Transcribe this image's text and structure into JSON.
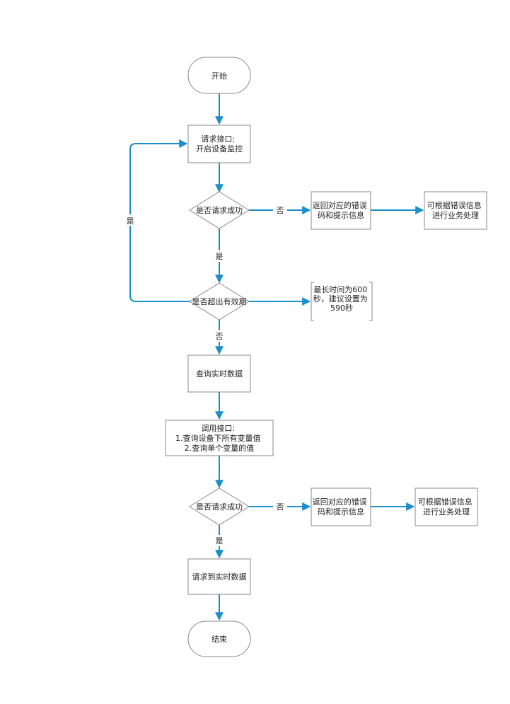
{
  "colors": {
    "arrow": "#1a8fc9",
    "border": "#888888",
    "text": "#222222"
  },
  "nodes": {
    "start": "开始",
    "req_monitor": [
      "请求接口:",
      "开启设备监控"
    ],
    "check1": "是否请求成功",
    "err1": [
      "返回对应的错误",
      "码和提示信息"
    ],
    "handle1": [
      "可根据错误信息",
      "进行业务处理"
    ],
    "check_expire": "是否超出有效期",
    "note_expire": [
      "最长时间为600",
      "秒，建议设置为",
      "590秒"
    ],
    "query": "查询实时数据",
    "call_api": [
      "调用接口:",
      "1.查询设备下所有变量值",
      "2.查询单个变量的值"
    ],
    "check2": "是否请求成功",
    "err2": [
      "返回对应的错误",
      "码和提示信息"
    ],
    "handle2": [
      "可根据错误信息",
      "进行业务处理"
    ],
    "got_data": "请求到实时数据",
    "end": "结束"
  },
  "edges": {
    "no_1": "否",
    "yes_1": "是",
    "yes_loop": "是",
    "no_expire": "否",
    "no_2": "否",
    "yes_2": "是"
  }
}
